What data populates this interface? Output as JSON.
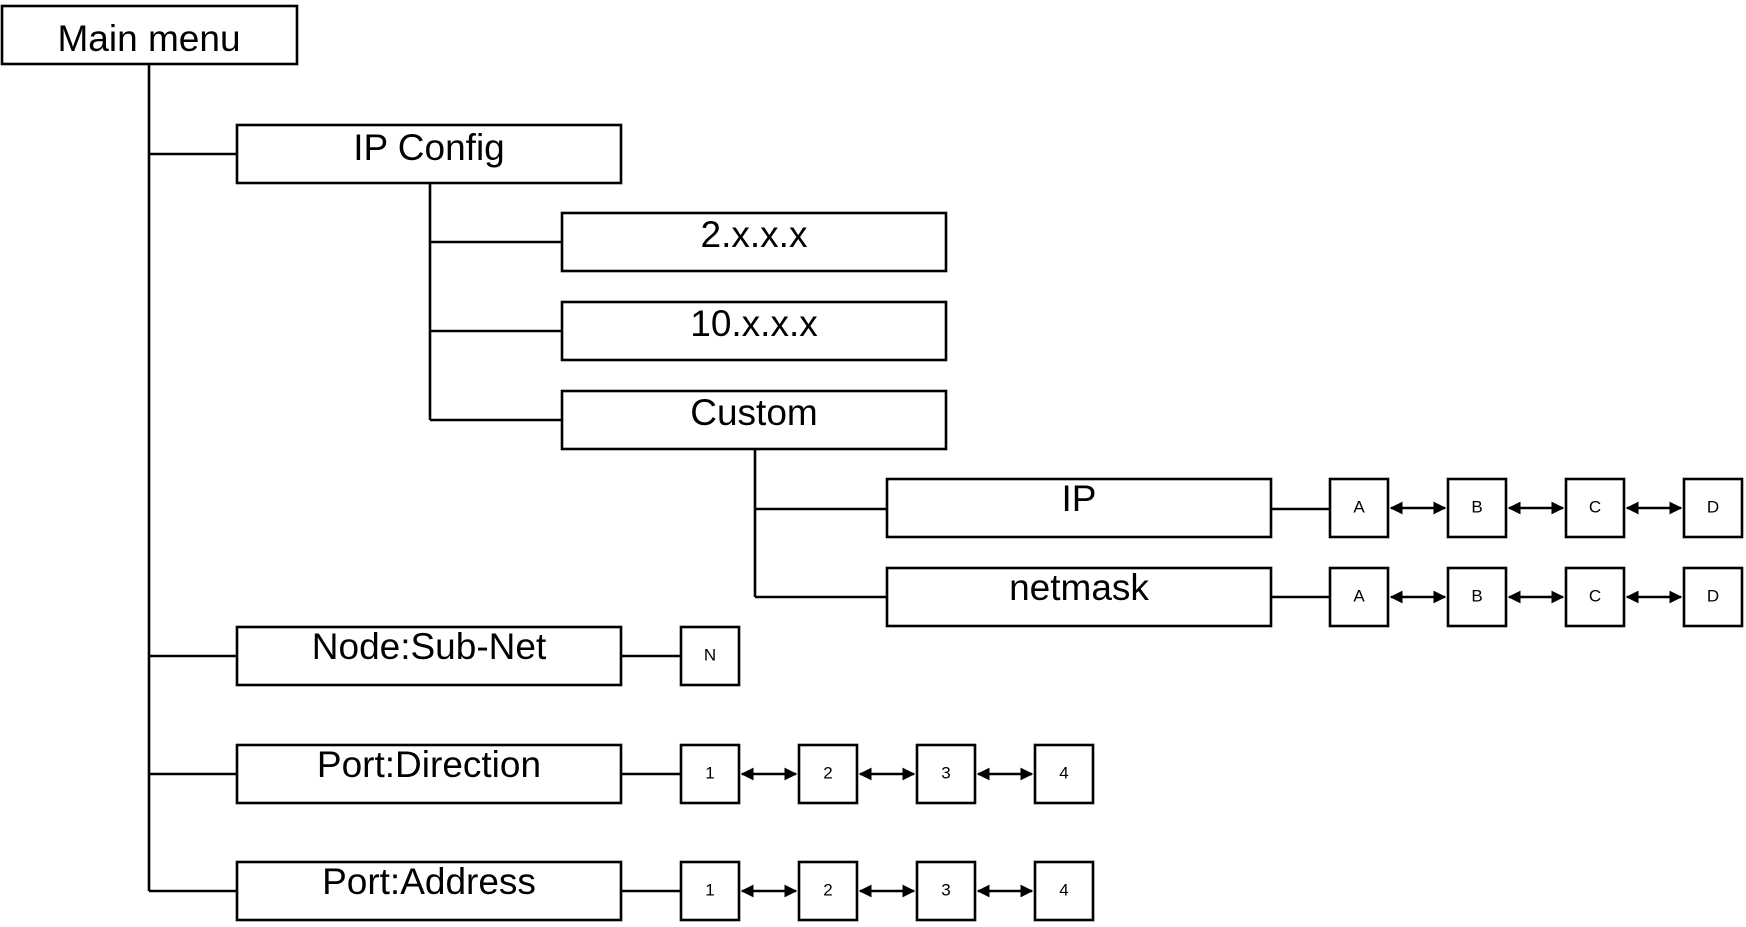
{
  "menu": {
    "root": "Main menu",
    "ip_config": {
      "label": "IP Config",
      "options": [
        "2.x.x.x",
        "10.x.x.x",
        "Custom"
      ],
      "custom": {
        "ip": {
          "label": "IP",
          "fields": [
            "A",
            "B",
            "C",
            "D"
          ]
        },
        "netmask": {
          "label": "netmask",
          "fields": [
            "A",
            "B",
            "C",
            "D"
          ]
        }
      }
    },
    "node_subnet": {
      "label": "Node:Sub-Net",
      "fields": [
        "N"
      ]
    },
    "port_direction": {
      "label": "Port:Direction",
      "fields": [
        "1",
        "2",
        "3",
        "4"
      ]
    },
    "port_address": {
      "label": "Port:Address",
      "fields": [
        "1",
        "2",
        "3",
        "4"
      ]
    }
  }
}
